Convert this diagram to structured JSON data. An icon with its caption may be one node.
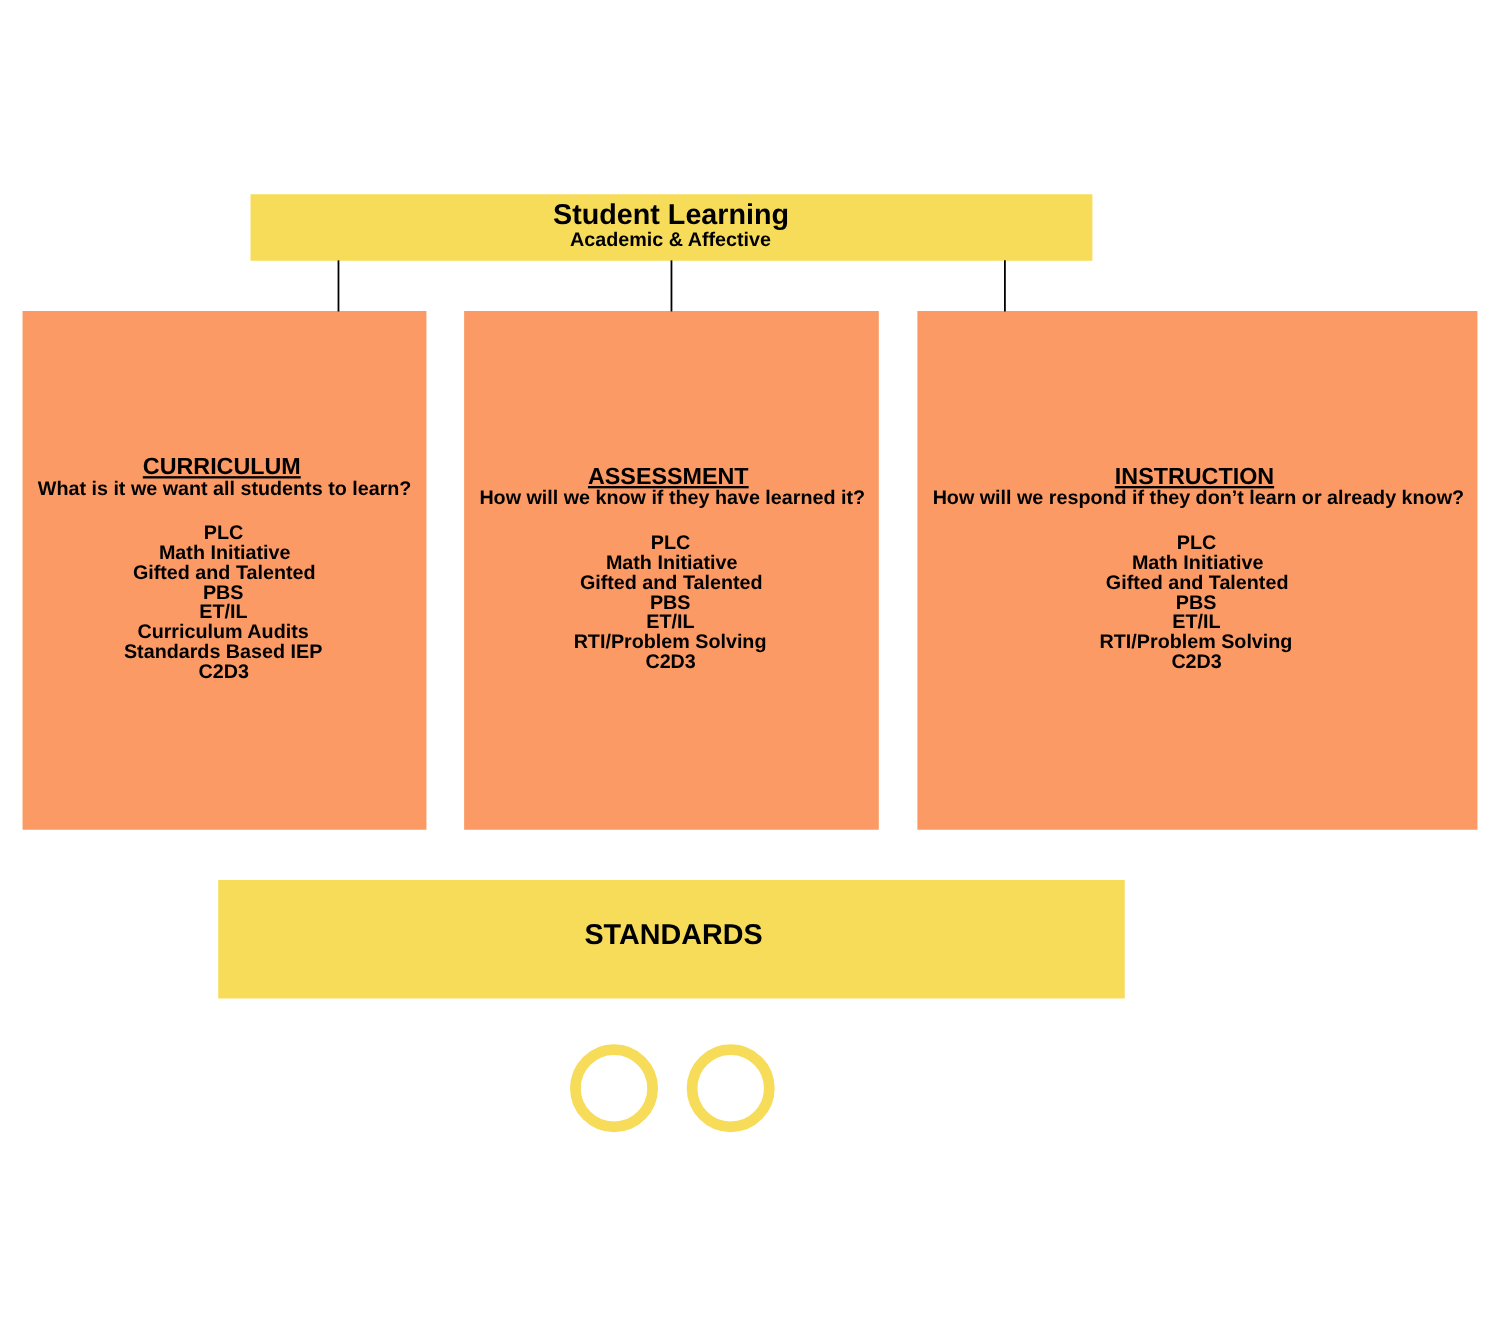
{
  "diagram": {
    "nodes": [
      {
        "text": [
          "Student Learning",
          "Academic & Affective"
        ]
      },
      {
        "text": [
          "CURRICULUM",
          "What is it we want all students to learn?",
          "PLC",
          "Math Initiative",
          "Gifted and Talented",
          "PBS",
          "ET/IL",
          "Curriculum Audits",
          "Standards Based IEP",
          "C2D3"
        ]
      },
      {
        "text": [
          "ASSESSMENT",
          "How will we know if they have learned it?",
          "PLC",
          "Math Initiative",
          "Gifted and Talented",
          "PBS",
          "ET/IL",
          "RTI/Problem Solving",
          "C2D3"
        ]
      },
      {
        "text": [
          "INSTRUCTION",
          "How will we respond if they don’t learn or already know?",
          "PLC",
          "Math Initiative",
          "Gifted and Talented",
          "PBS",
          "ET/IL",
          "RTI/Problem Solving",
          "C2D3"
        ]
      },
      {
        "text": [
          "STANDARDS"
        ]
      },
      {
        "text": [],
        "shape": "circle"
      },
      {
        "text": [],
        "shape": "circle"
      }
    ],
    "edges": [
      {
        "from": 0,
        "to": 1,
        "arrow": "none"
      },
      {
        "from": 0,
        "to": 2,
        "arrow": "none"
      },
      {
        "from": 0,
        "to": 3,
        "arrow": "none"
      }
    ]
  }
}
